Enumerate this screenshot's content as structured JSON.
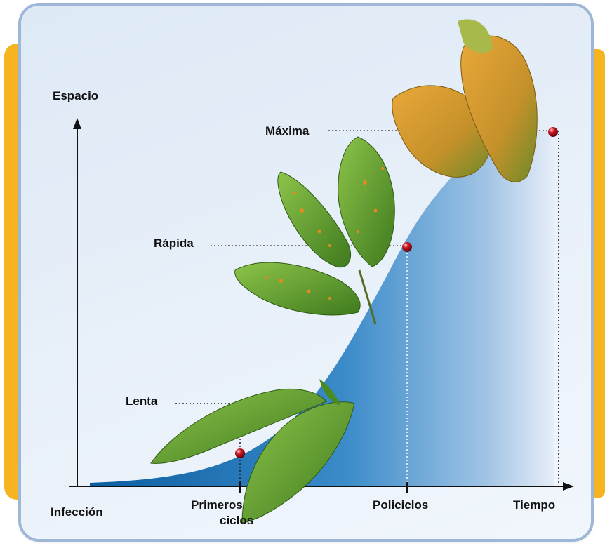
{
  "axes": {
    "y_label": "Espacio",
    "x_label": "Tiempo",
    "origin_label": "Infección"
  },
  "x_ticks": {
    "primeros_line1": "Primeros",
    "primeros_line2": "ciclos",
    "policiclos": "Policiclos"
  },
  "stages": {
    "slow": "Lenta",
    "fast": "Rápida",
    "max": "Máxima"
  },
  "colors": {
    "accent_tab": "#f6b520",
    "curve_fill_dark": "#0b5ea0",
    "curve_fill_light": "#e8eef7",
    "marker": "#b0101c",
    "leaf_green": "#5e9a2c",
    "leaf_rust": "#d98a1e"
  }
}
